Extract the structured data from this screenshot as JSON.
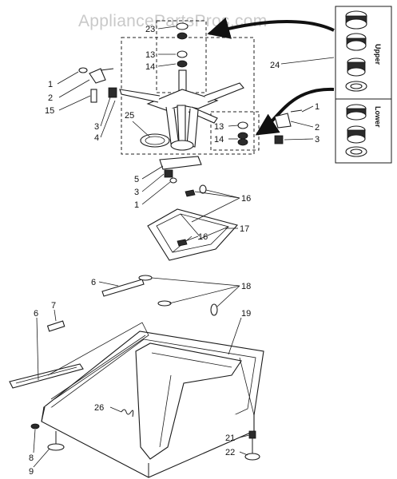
{
  "watermark": "AppliancePartsPros.com",
  "inset": {
    "upper_label": "Upper",
    "lower_label": "Lower"
  },
  "callouts": {
    "c23": "23",
    "c13a": "13",
    "c14a": "14",
    "c24": "24",
    "c1a": "1",
    "c2a": "2",
    "c15": "15",
    "c3a": "3",
    "c4": "4",
    "c25": "25",
    "c1b": "1",
    "c2b": "2",
    "c3b": "3",
    "c13b": "13",
    "c14b": "14",
    "c5": "5",
    "c3c": "3",
    "c1c": "1",
    "c16a": "16",
    "c17": "17",
    "c16b": "16",
    "c6a": "6",
    "c18": "18",
    "c7": "7",
    "c6b": "6",
    "c19": "19",
    "c26": "26",
    "c21": "21",
    "c22": "22",
    "c8": "8",
    "c9": "9"
  }
}
